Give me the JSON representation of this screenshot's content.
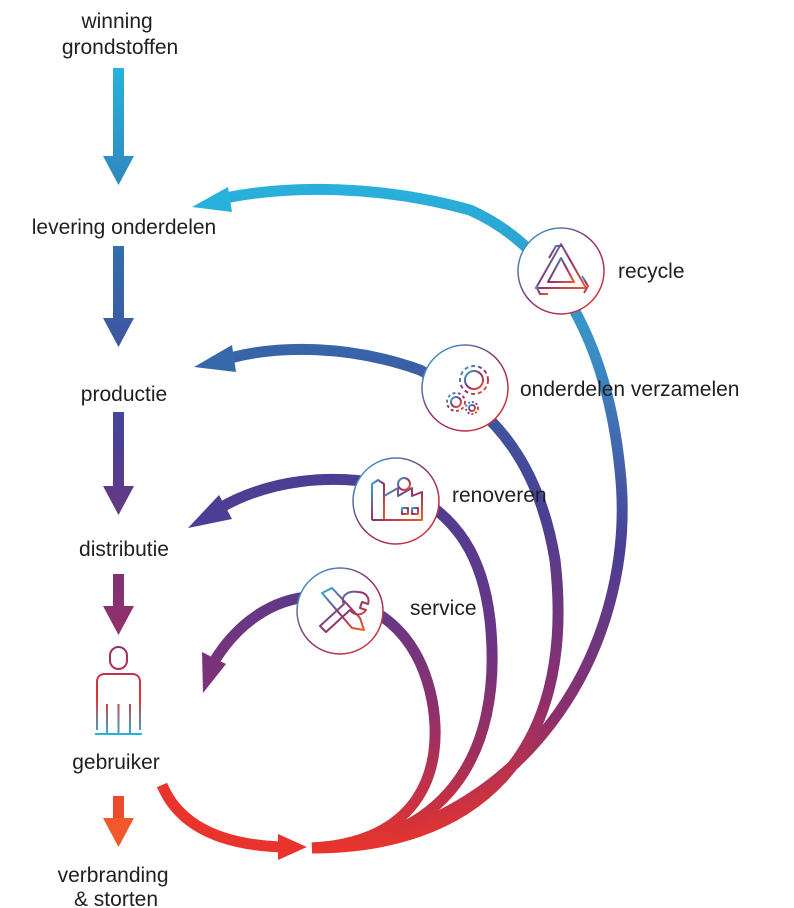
{
  "stages": [
    {
      "id": "winning",
      "lines": [
        "winning",
        "grondstoffen"
      ]
    },
    {
      "id": "levering",
      "lines": [
        "levering onderdelen"
      ]
    },
    {
      "id": "productie",
      "lines": [
        "productie"
      ]
    },
    {
      "id": "distributie",
      "lines": [
        "distributie"
      ]
    },
    {
      "id": "gebruiker",
      "lines": [
        "gebruiker"
      ]
    },
    {
      "id": "verbranding",
      "lines": [
        "verbranding",
        "& storten"
      ]
    }
  ],
  "loops": [
    {
      "id": "recycle",
      "label": "recycle",
      "icon": "recycle-icon"
    },
    {
      "id": "onderdelen",
      "label": "onderdelen verzamelen",
      "icon": "gears-icon"
    },
    {
      "id": "renoveren",
      "label": "renoveren",
      "icon": "factory-icon"
    },
    {
      "id": "service",
      "label": "service",
      "icon": "tools-icon"
    }
  ],
  "user_icon": "person-icon",
  "colors": {
    "cyan": "#27b2dc",
    "blue": "#3569ab",
    "indigo": "#4a3f94",
    "purple": "#5c3a8c",
    "magenta": "#8d2f6d",
    "red": "#e8342c",
    "orange": "#f1592a"
  }
}
